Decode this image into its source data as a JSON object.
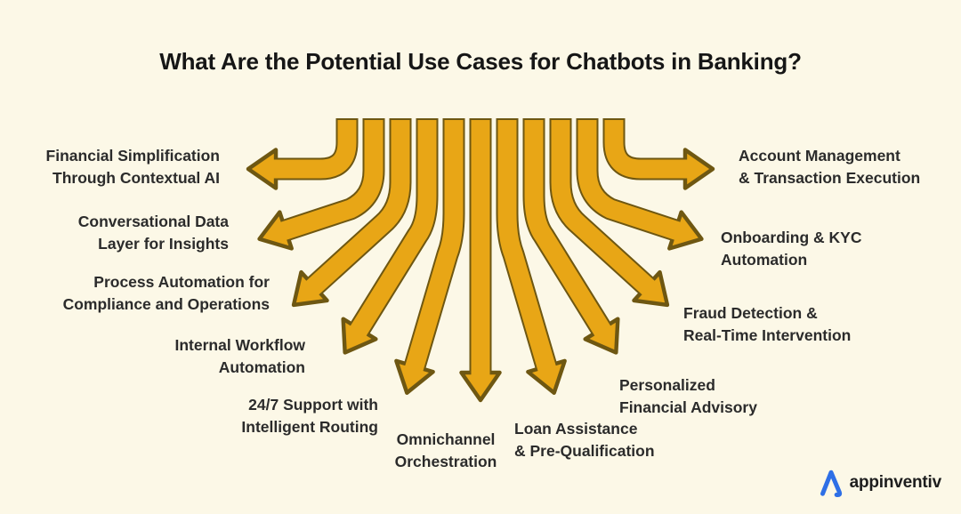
{
  "title": "What Are the Potential Use Cases for Chatbots in Banking?",
  "use_cases": [
    {
      "id": "financial-simplification",
      "line1": "Financial Simplification",
      "line2": "Through Contextual AI"
    },
    {
      "id": "conversational-data",
      "line1": "Conversational Data",
      "line2": "Layer for Insights"
    },
    {
      "id": "process-automation",
      "line1": "Process Automation for",
      "line2": "Compliance and Operations"
    },
    {
      "id": "internal-workflow",
      "line1": "Internal Workflow",
      "line2": "Automation"
    },
    {
      "id": "support-24-7",
      "line1": "24/7 Support with",
      "line2": "Intelligent Routing"
    },
    {
      "id": "omnichannel",
      "line1": "Omnichannel",
      "line2": "Orchestration"
    },
    {
      "id": "loan-assistance",
      "line1": "Loan Assistance",
      "line2": "& Pre-Qualification"
    },
    {
      "id": "personalized-advisory",
      "line1": "Personalized",
      "line2": "Financial Advisory"
    },
    {
      "id": "fraud-detection",
      "line1": "Fraud Detection &",
      "line2": "Real-Time Intervention"
    },
    {
      "id": "onboarding-kyc",
      "line1": "Onboarding & KYC",
      "line2": "Automation"
    },
    {
      "id": "account-management",
      "line1": "Account Management",
      "line2": "& Transaction Execution"
    }
  ],
  "logo": {
    "text": "appinventiv"
  },
  "colors": {
    "background": "#FCF8E7",
    "arrow_fill": "#E8A616",
    "arrow_outline": "#6E5712",
    "title_text": "#161616",
    "label_text": "#2B2B2B",
    "logo_blue": "#2E6FE6"
  }
}
